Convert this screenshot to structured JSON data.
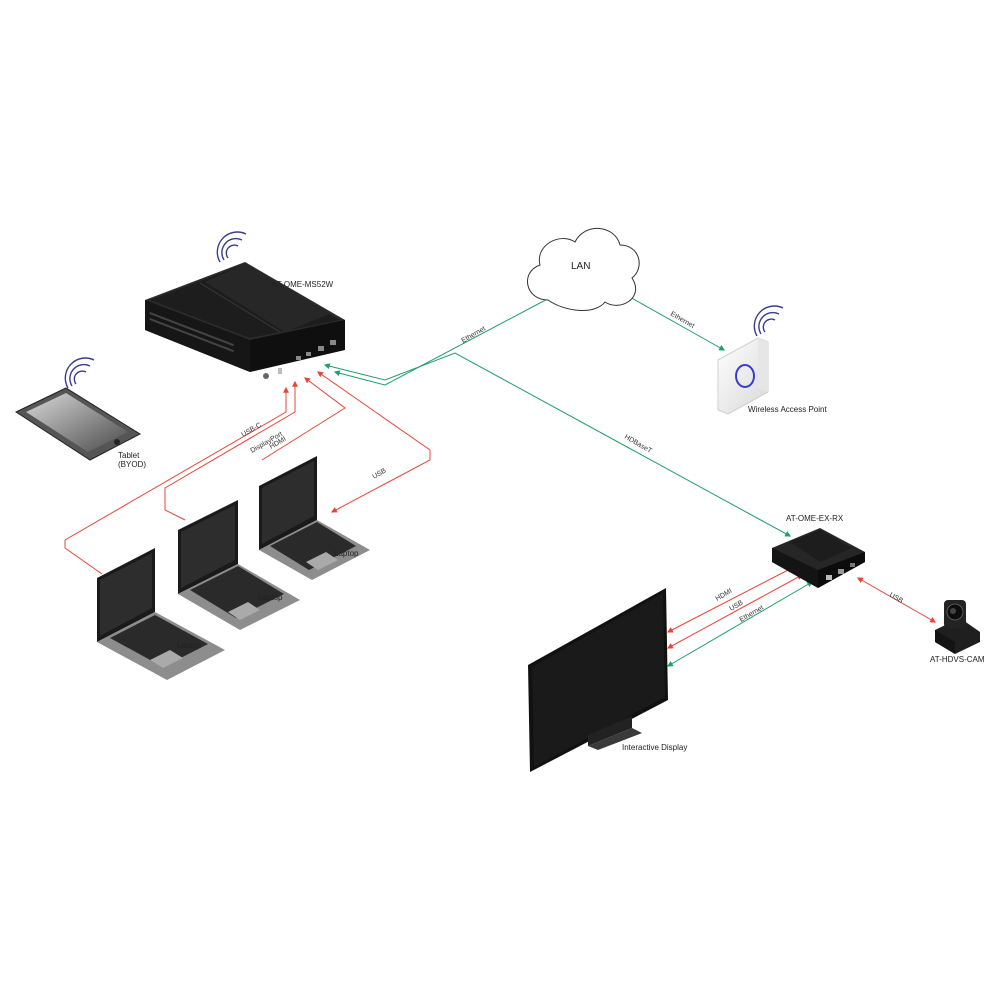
{
  "devices": {
    "switcher": "AT-OME-MS52W",
    "lan": "LAN",
    "wap": "Wireless Access Point",
    "receiver": "AT-OME-EX-RX",
    "camera": "AT-HDVS-CAM",
    "display": "Interactive Display",
    "tablet_line1": "Tablet",
    "tablet_line2": "(BYOD)",
    "laptop_1": "Laptop",
    "laptop_2": "Laptop",
    "laptop_3": "Laptop"
  },
  "cables": {
    "switch_lan": "Ethernet",
    "lan_wap": "Ethernet",
    "hdbaset": "HDBaseT",
    "usbc": "USB-C",
    "displayport": "DisplayPort",
    "hdmi_laptop": "HDMI",
    "usb_laptop": "USB",
    "hdmi_display": "HDMI",
    "usb_display": "USB",
    "ethernet_display": "Ethernet",
    "usb_camera": "USB"
  },
  "colors": {
    "red": "#e8443a",
    "green": "#1f9e68",
    "device": "#1b1b1b",
    "wifi": "#3b3b8f"
  }
}
